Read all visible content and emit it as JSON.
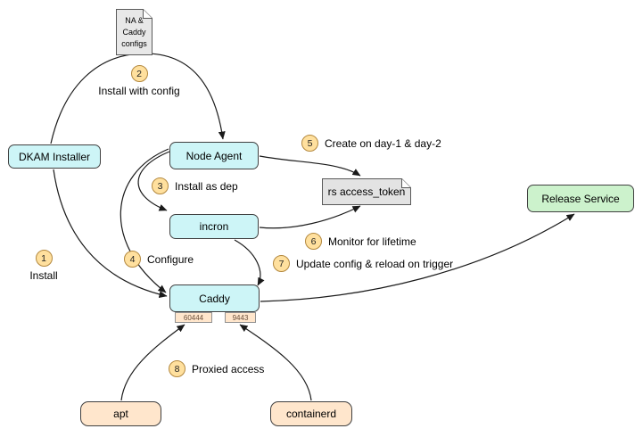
{
  "nodes": {
    "dkam_installer": "DKAM Installer",
    "node_agent": "Node Agent",
    "incron": "incron",
    "caddy": "Caddy",
    "apt": "apt",
    "containerd": "containerd",
    "release_service": "Release Service"
  },
  "documents": {
    "na_caddy_configs": {
      "lines": [
        "NA &",
        "Caddy",
        "configs"
      ]
    },
    "rs_access_token": {
      "label": "rs access_token"
    }
  },
  "ports": {
    "port_60444": "60444",
    "port_9443": "9443"
  },
  "steps": [
    {
      "num": "1",
      "label": "Install"
    },
    {
      "num": "2",
      "label": "Install with config"
    },
    {
      "num": "3",
      "label": "Install as dep"
    },
    {
      "num": "4",
      "label": "Configure"
    },
    {
      "num": "5",
      "label": "Create on day-1 & day-2"
    },
    {
      "num": "6",
      "label": "Monitor for lifetime"
    },
    {
      "num": "7",
      "label": "Update config & reload on trigger"
    },
    {
      "num": "8",
      "label": "Proxied access"
    }
  ],
  "edges": [
    {
      "step": "1",
      "from": "DKAM Installer",
      "to": "Caddy"
    },
    {
      "step": "2",
      "from": "DKAM Installer",
      "to": "Node Agent"
    },
    {
      "step": "3",
      "from": "Node Agent",
      "to": "incron"
    },
    {
      "step": "4",
      "from": "Node Agent",
      "to": "Caddy"
    },
    {
      "step": "5",
      "from": "Node Agent",
      "to": "rs access_token"
    },
    {
      "step": "6",
      "from": "incron",
      "to": "rs access_token"
    },
    {
      "step": "7",
      "from": "incron",
      "to": "Caddy"
    },
    {
      "step": "8",
      "from": "apt",
      "to": "Caddy port 60444"
    },
    {
      "step": "8",
      "from": "containerd",
      "to": "Caddy port 9443"
    },
    {
      "step": "",
      "from": "Caddy",
      "to": "Release Service"
    }
  ],
  "colors": {
    "node_fill": "#cdf5f7",
    "client_fill": "#ffe6cc",
    "service_fill": "#ccf2cc",
    "doc_fill": "#e8e8e8",
    "step_fill": "#ffe09e",
    "step_border": "#b3883e",
    "port_fill": "#ffe6cc",
    "arrow": "#1a1a1a",
    "border": "#404040"
  }
}
